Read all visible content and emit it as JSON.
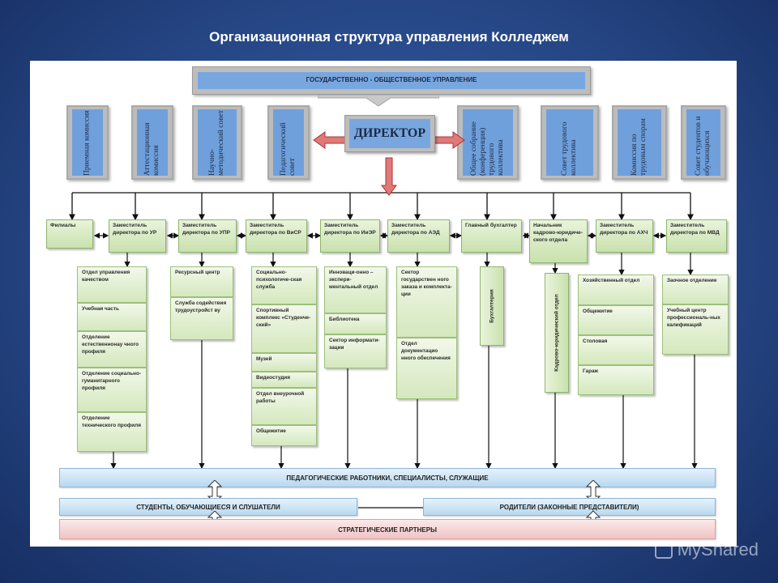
{
  "title": "Организационная структура управления Колледжем",
  "top_bar": "ГОСУДАРСТВЕННО - ОБЩЕСТВЕННОЕ УПРАВЛЕНИЕ",
  "director": "ДИРЕКТОР",
  "councils": [
    "Приемная комиссия",
    "Аттестационная комиссия",
    "Научно-методический совет",
    "Педагогический совет",
    "Общее собрание (конференция) трудового коллектива",
    "Совет трудового коллектива",
    "Комиссия по трудовым спорам",
    "Совет студентов и обучающихся"
  ],
  "managers": [
    "Филиалы",
    "Заместитель директора по УР",
    "Заместитель директора по УПР",
    "Заместитель директора по ВиСР",
    "Заместитель директора по ИиЭР",
    "Заместитель директора по АЭД",
    "Главный бухгалтер",
    "Начальник кадрово-юридиче-ского отдела",
    "Заместитель директора по АХЧ",
    "Заместитель директора по МВД"
  ],
  "ur_units": [
    "Отдел управления качеством",
    "Учебная часть",
    "Отделение естественнонау чного профиля",
    "Отделение социально-гуманитарного профиля",
    "Отделение технического профиля"
  ],
  "upr_units": [
    "Ресурсный центр",
    "Служба содействия трудоустройст ву"
  ],
  "visr_units": [
    "Социально-психологиче-ская служба",
    "Спортивный комплекс «Студенче-ский»",
    "Музей",
    "Видеостудия",
    "Отдел внеурочной работы",
    "Общежитие"
  ],
  "iier_units": [
    "Инноваци-онно – экспери-ментальный отдел",
    "Библиотека",
    "Сектор информати-зации"
  ],
  "aed_units": [
    "Сектор государствен ного заказа и комплекта-ции",
    "Отдел документацио нного обеспечения"
  ],
  "accounting": "Бухгалтерия",
  "hr_dept": "Кадрово-юридический отдел",
  "ahch_units": [
    "Хозяйственный отдел",
    "Общежитие",
    "Столовая",
    "Гараж"
  ],
  "mvd_units": [
    "Заочное отделение",
    "Учебный центр профессиональ-ных калификаций"
  ],
  "staff_bar": "ПЕДАГОГИЧЕСКИЕ РАБОТНИКИ, СПЕЦИАЛИСТЫ, СЛУЖАЩИЕ",
  "students_bar": "СТУДЕНТЫ, ОБУЧАЮЩИЕСЯ И СЛУШАТЕЛИ",
  "parents_bar": "РОДИТЕЛИ (ЗАКОННЫЕ ПРЕДСТАВИТЕЛИ)",
  "partners_bar": "СТРАТЕГИЧЕСКИЕ ПАРТНЕРЫ",
  "watermark": "MyShared"
}
